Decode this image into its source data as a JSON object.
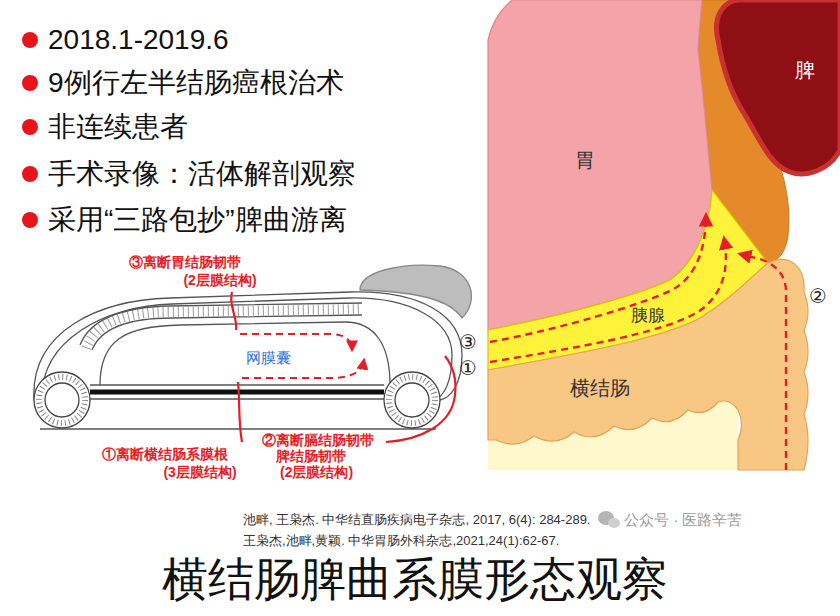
{
  "diagram": {
    "title": "横结肠脾曲系膜形态观察",
    "nodes": [
      {
        "text": [
          "胃"
        ]
      },
      {
        "text": [
          "脾"
        ]
      },
      {
        "text": [
          "胰腺"
        ]
      },
      {
        "text": [
          "横结肠"
        ]
      }
    ],
    "labels": [
      "2018.1-2019.6",
      "9例行左半结肠癌根治术",
      "非连续患者",
      "手术录像：活体解剖观察",
      "采用“三路包抄”脾曲游离",
      "③离断胃结肠韧带",
      "(2层膜结构)",
      "网膜囊",
      "①离断横结肠系膜根",
      "(3层膜结构)",
      "②离断膈结肠韧带",
      "脾结肠韧带",
      "(2层膜结构)",
      "③",
      "①",
      "②",
      "池畔, 王枭杰. 中华结直肠疾病电子杂志, 2017, 6(4): 284-289.",
      "王枭杰,池畔,黄颖. 中华胃肠外科杂志,2021,24(1):62-67.",
      "公众号 · 医路辛苦"
    ]
  }
}
